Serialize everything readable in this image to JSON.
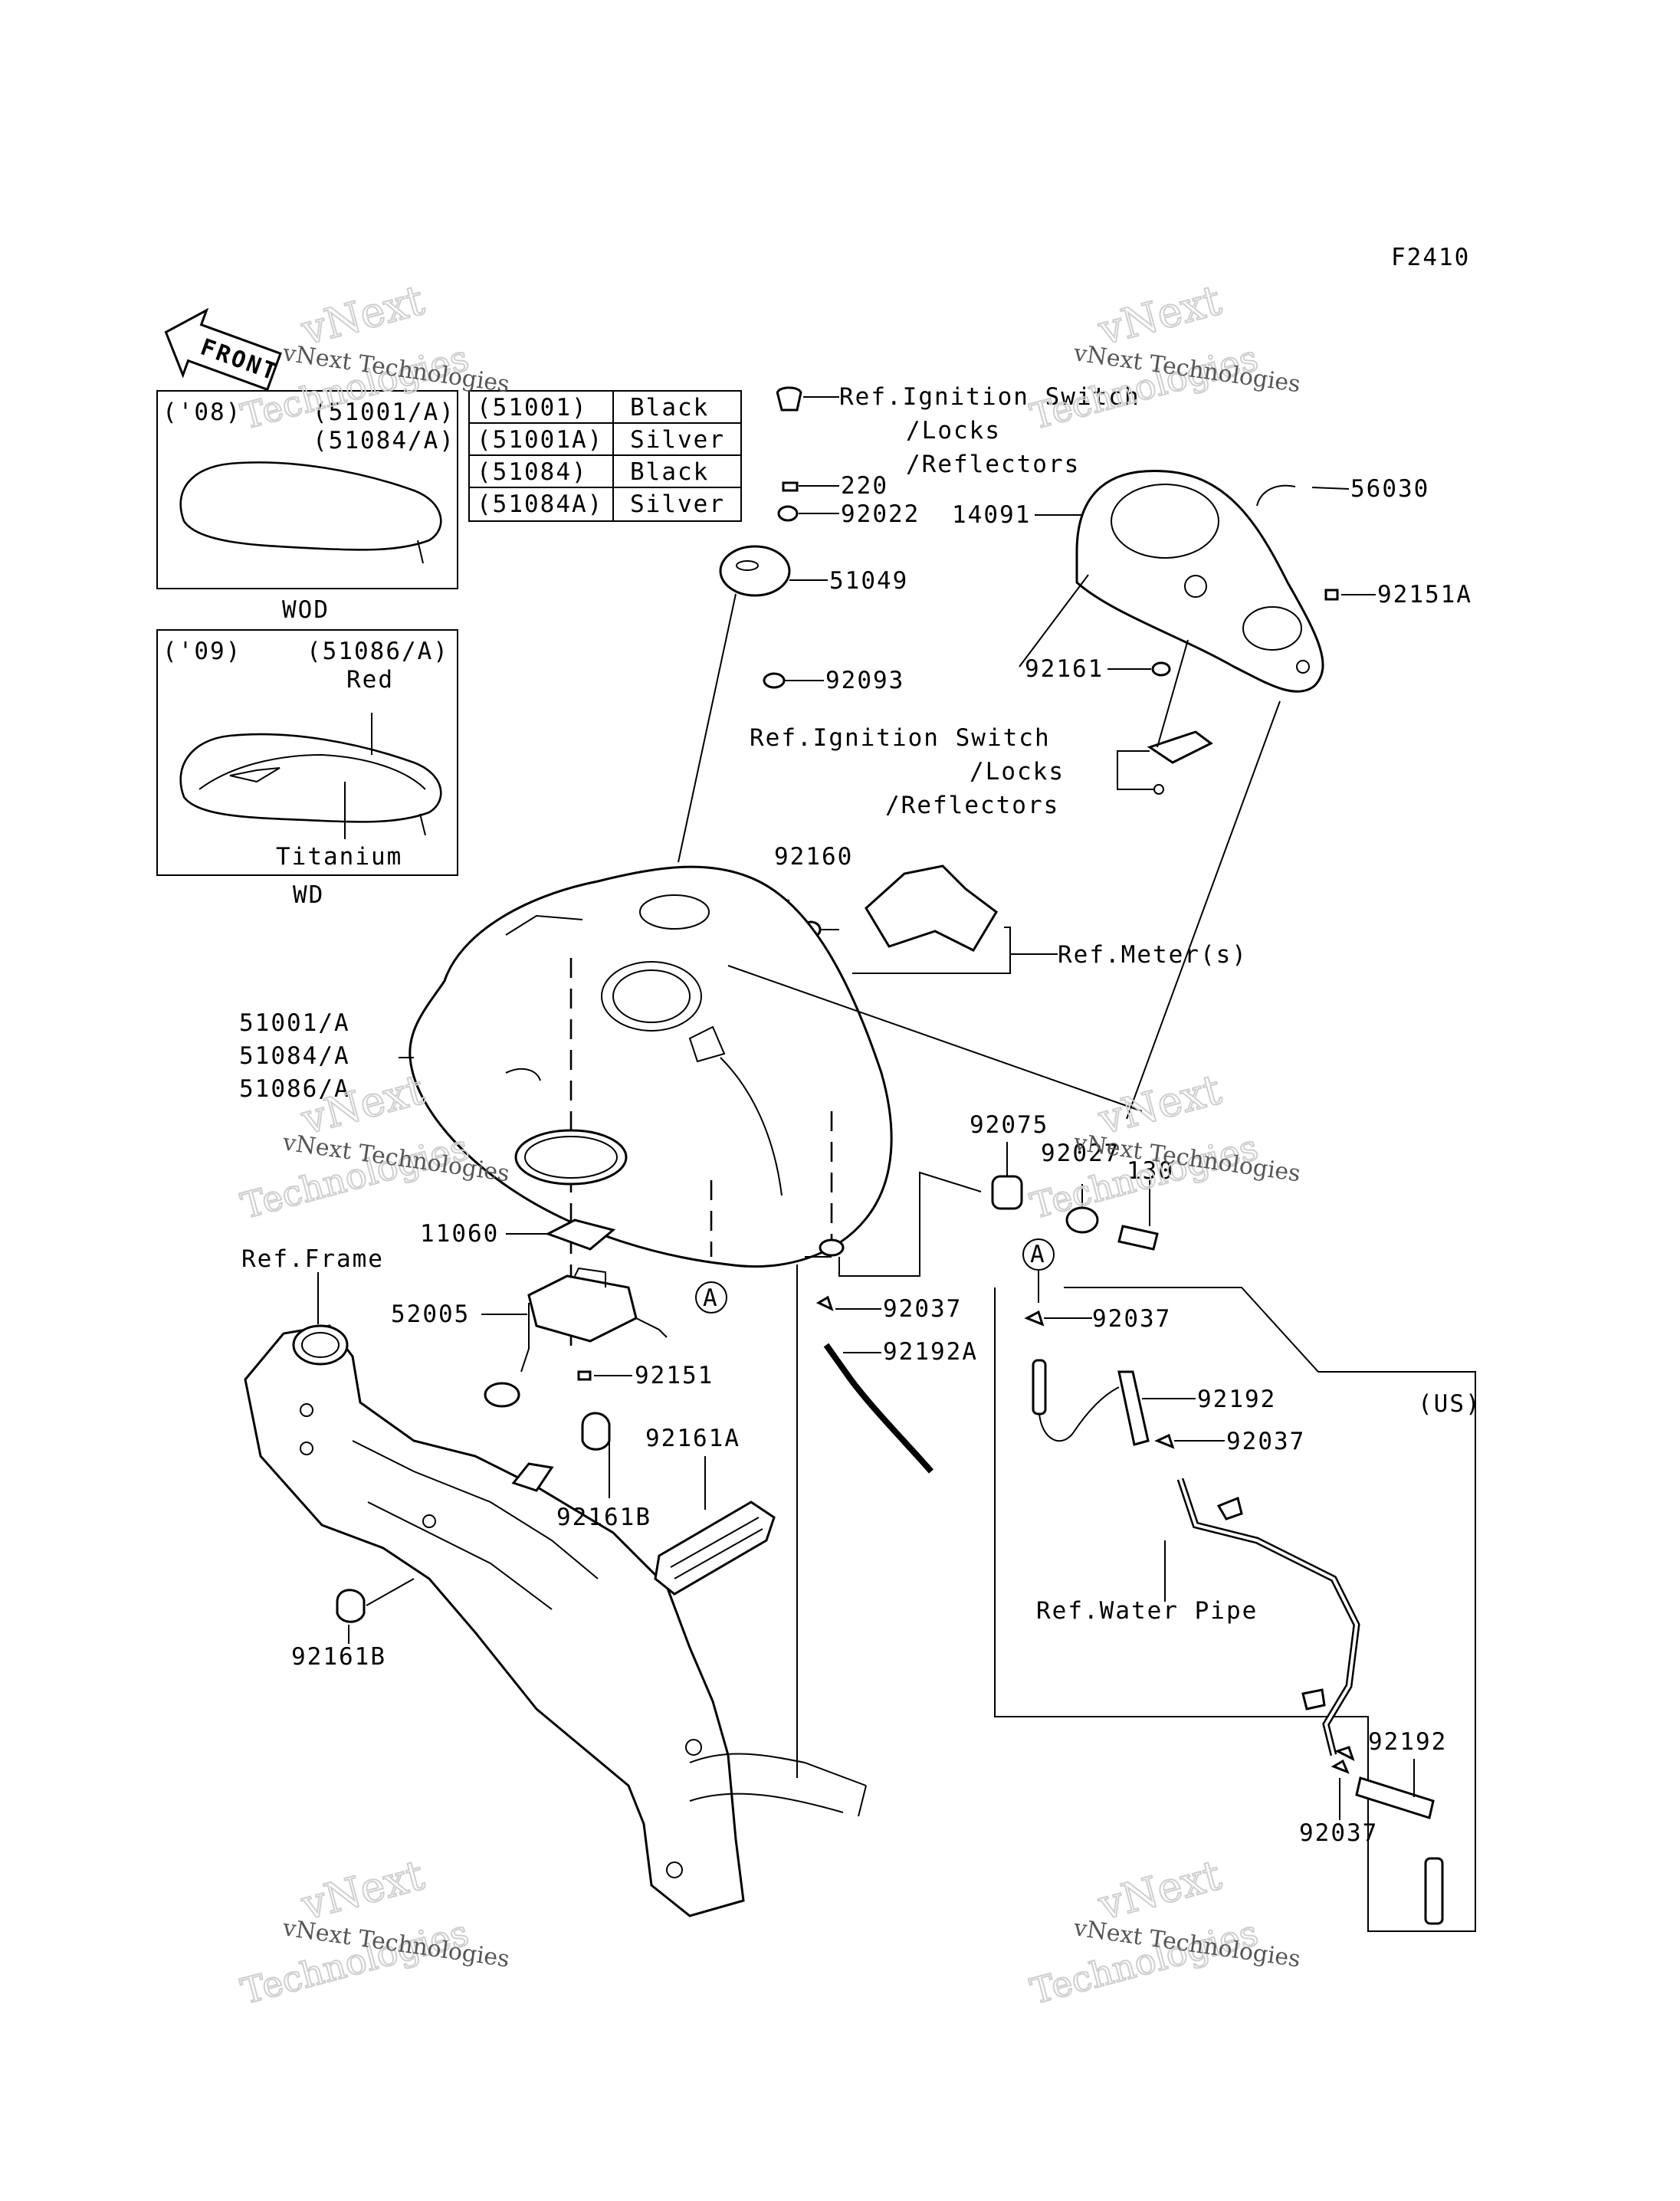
{
  "figure_code": "F2410",
  "front_label": "FRONT",
  "watermark": {
    "company": "vNext Technologies",
    "line1": "vNext",
    "line2": "Technologies"
  },
  "variant_table": {
    "rows": [
      {
        "part": "(51001)",
        "color": "Black"
      },
      {
        "part": "(51001A)",
        "color": "Silver"
      },
      {
        "part": "(51084)",
        "color": "Black"
      },
      {
        "part": "(51084A)",
        "color": "Silver"
      }
    ]
  },
  "inset_wod": {
    "year": "('08)",
    "parts_line1": "(51001/A)",
    "parts_line2": "(51084/A)",
    "caption": "WOD"
  },
  "inset_wd": {
    "year": "('09)",
    "parts": "(51086/A)",
    "color_top": "Red",
    "color_bottom": "Titanium",
    "caption": "WD"
  },
  "labels": {
    "ref_ignition_top_1": "Ref.Ignition Switch",
    "ref_ignition_top_2": "/Locks",
    "ref_ignition_top_3": "/Reflectors",
    "p220": "220",
    "p92022": "92022",
    "p51049": "51049",
    "p92093": "92093",
    "p14091": "14091",
    "p56030": "56030",
    "p92151A": "92151A",
    "p92161": "92161",
    "ref_ignition_mid_1": "Ref.Ignition Switch",
    "ref_ignition_mid_2": "/Locks",
    "ref_ignition_mid_3": "/Reflectors",
    "p92160": "92160",
    "ref_meter": "Ref.Meter(s)",
    "tank_1": "51001/A",
    "tank_2": "51084/A",
    "tank_3": "51086/A",
    "p92075": "92075",
    "p92027": "92027",
    "p130": "130",
    "p11060": "11060",
    "ref_frame": "Ref.Frame",
    "p52005": "52005",
    "p92151": "92151",
    "callout_a": "A",
    "p92037_a": "92037",
    "p92192A": "92192A",
    "p92161A": "92161A",
    "p92161B_a": "92161B",
    "p92161B_b": "92161B",
    "us": "(US)",
    "callout_a2": "A",
    "p92037_b": "92037",
    "p92192_a": "92192",
    "p92037_c": "92037",
    "ref_water_pipe": "Ref.Water Pipe",
    "p92192_b": "92192",
    "p92037_d": "92037"
  }
}
